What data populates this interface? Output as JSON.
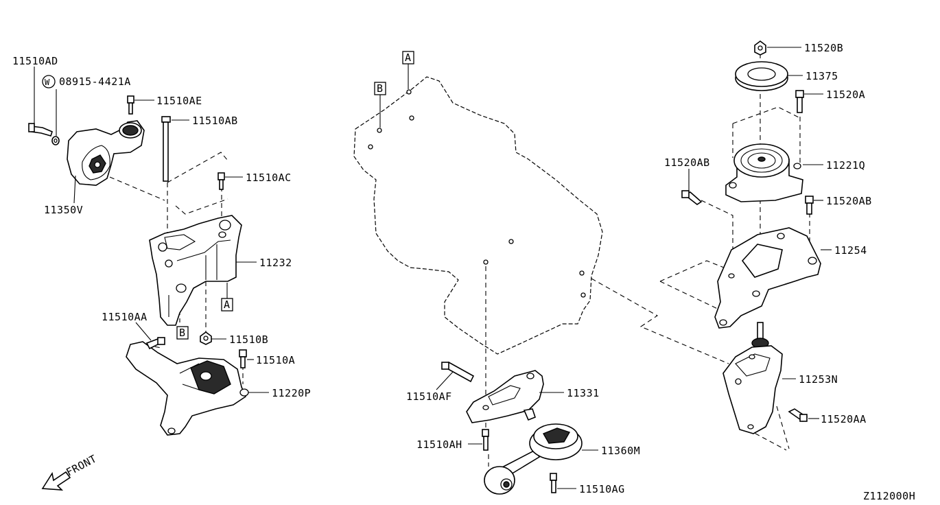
{
  "diagram_code": "Z112000H",
  "front_label": "FRONT",
  "ref_a": "A",
  "ref_b": "B",
  "washer_symbol": "W",
  "labels": {
    "p11510AD": "11510AD",
    "p08915": "08915-4421A",
    "p11510AE": "11510AE",
    "p11510AB": "11510AB",
    "p11510AC": "11510AC",
    "p11350V": "11350V",
    "p11232": "11232",
    "p11510AA": "11510AA",
    "p11510B": "11510B",
    "p11510A": "11510A",
    "p11220P": "11220P",
    "p11510AF": "11510AF",
    "p11331": "11331",
    "p11510AH": "11510AH",
    "p11360M": "11360M",
    "p11510AG": "11510AG",
    "p11520B": "11520B",
    "p11375": "11375",
    "p11520A": "11520A",
    "p11520AB_l": "11520AB",
    "p11221Q": "11221Q",
    "p11520AB_r": "11520AB",
    "p11254": "11254",
    "p11253N": "11253N",
    "p11520AA": "11520AA"
  }
}
